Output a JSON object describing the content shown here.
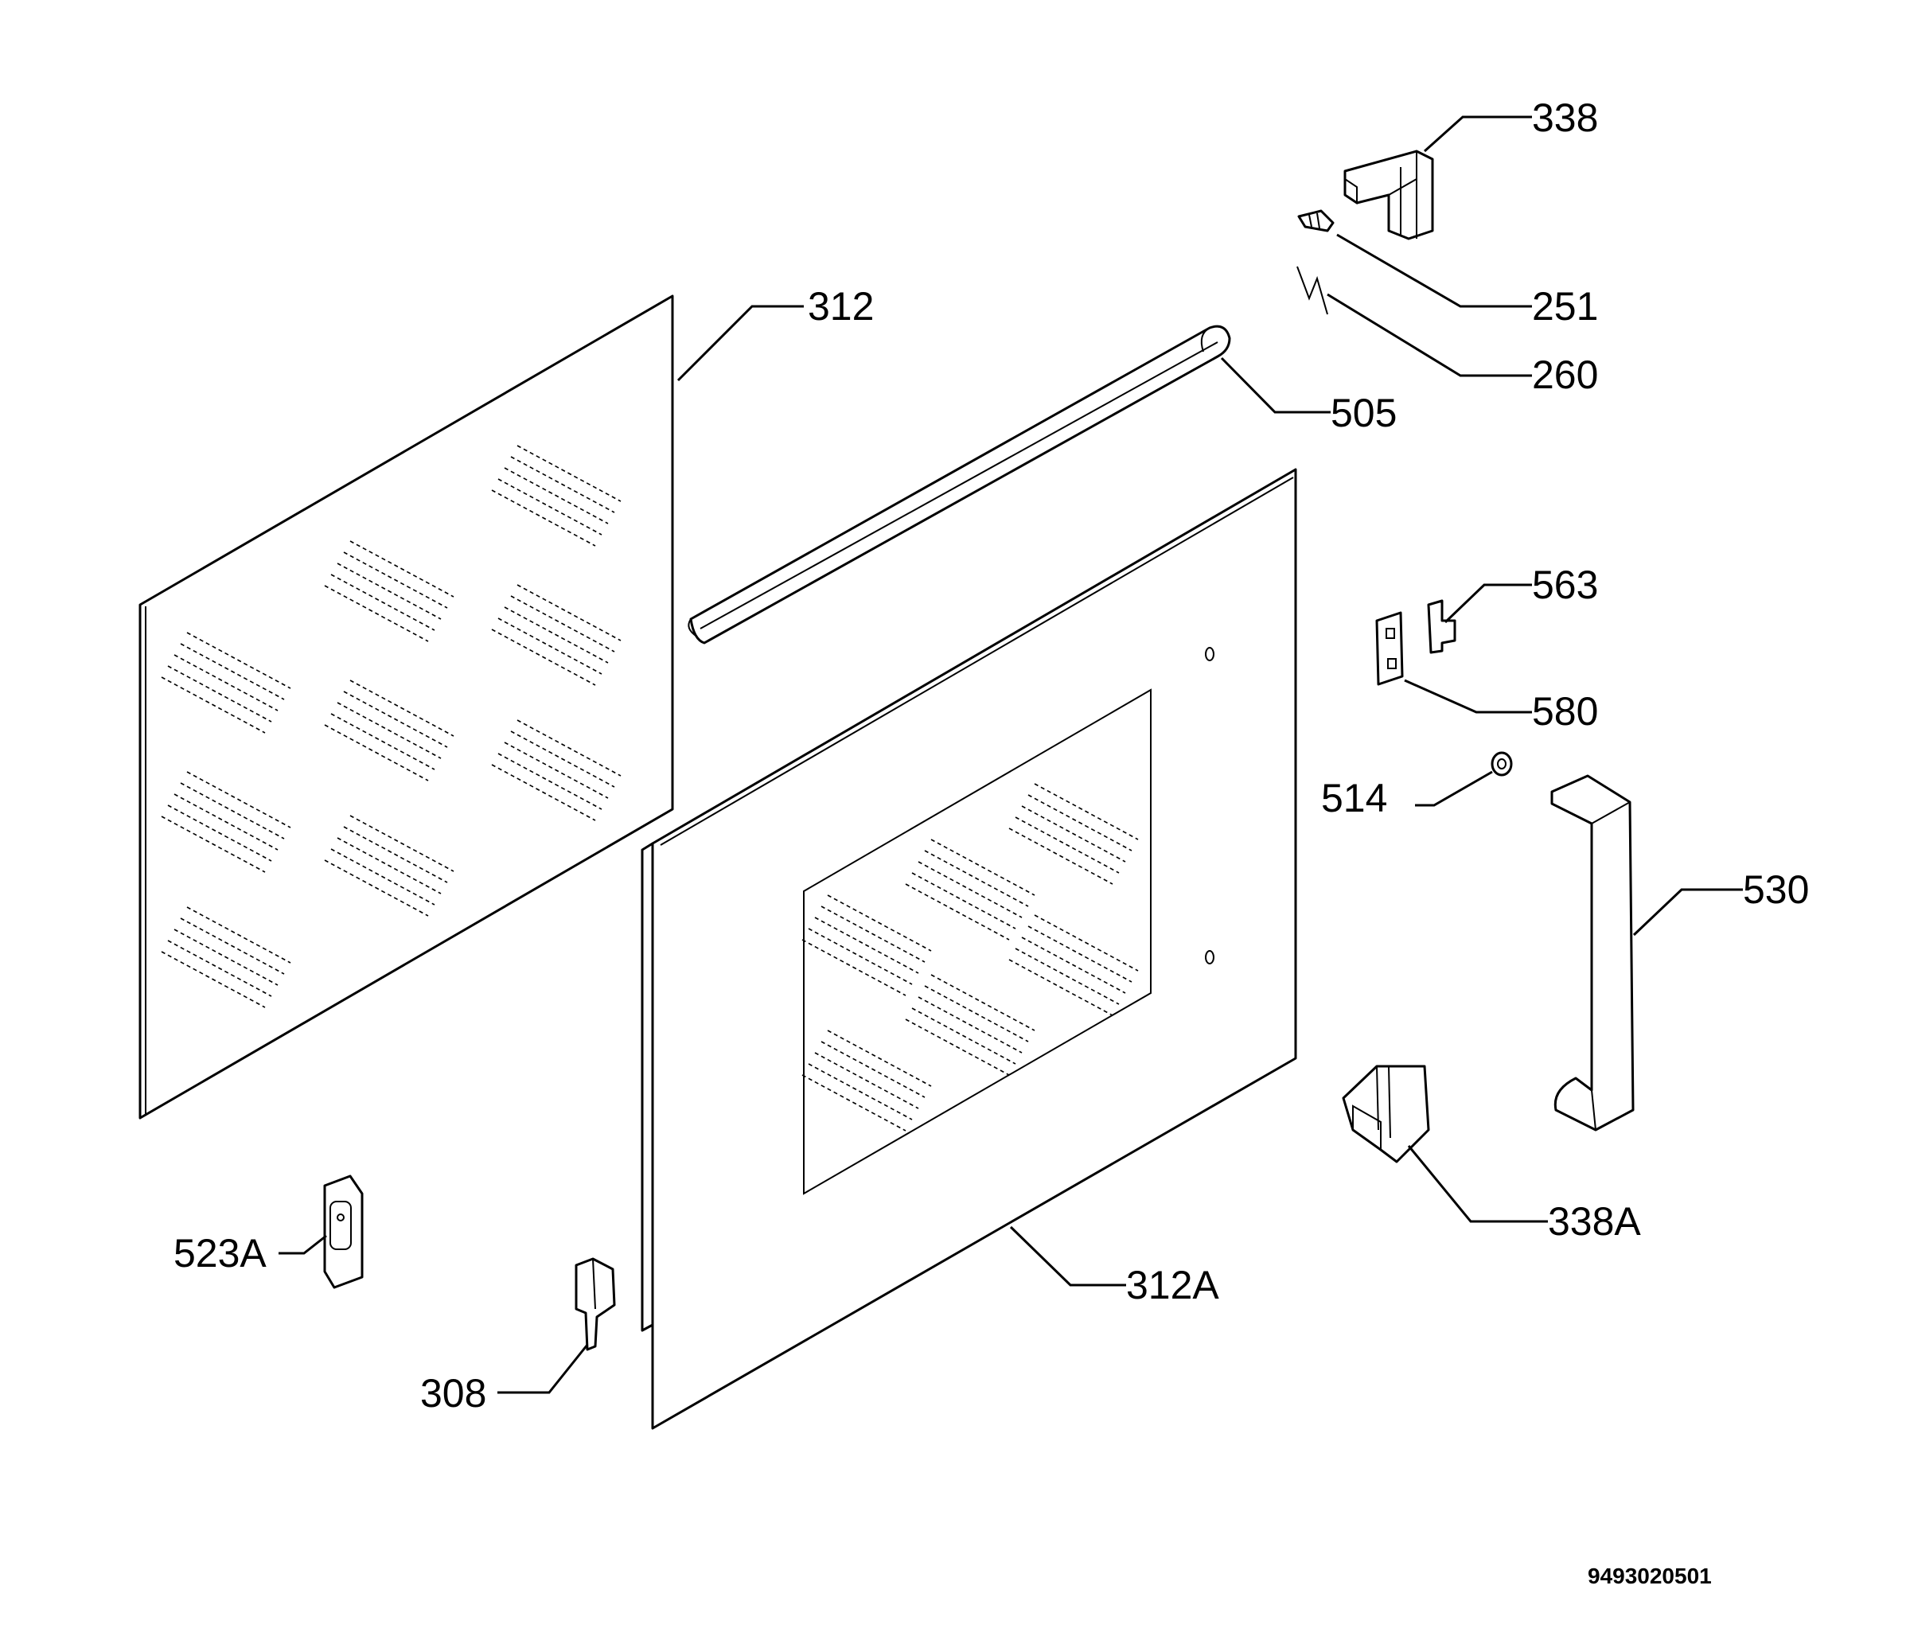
{
  "diagram": {
    "colors": {
      "line": "#000000",
      "background": "#ffffff"
    },
    "callouts": [
      {
        "id": "c338",
        "label": "338"
      },
      {
        "id": "c251",
        "label": "251"
      },
      {
        "id": "c260",
        "label": "260"
      },
      {
        "id": "c312",
        "label": "312"
      },
      {
        "id": "c505",
        "label": "505"
      },
      {
        "id": "c563",
        "label": "563"
      },
      {
        "id": "c580",
        "label": "580"
      },
      {
        "id": "c514",
        "label": "514"
      },
      {
        "id": "c530",
        "label": "530"
      },
      {
        "id": "c338A",
        "label": "338A"
      },
      {
        "id": "c312A",
        "label": "312A"
      },
      {
        "id": "c523A",
        "label": "523A"
      },
      {
        "id": "c308",
        "label": "308"
      }
    ],
    "doc_number": "9493020501"
  }
}
